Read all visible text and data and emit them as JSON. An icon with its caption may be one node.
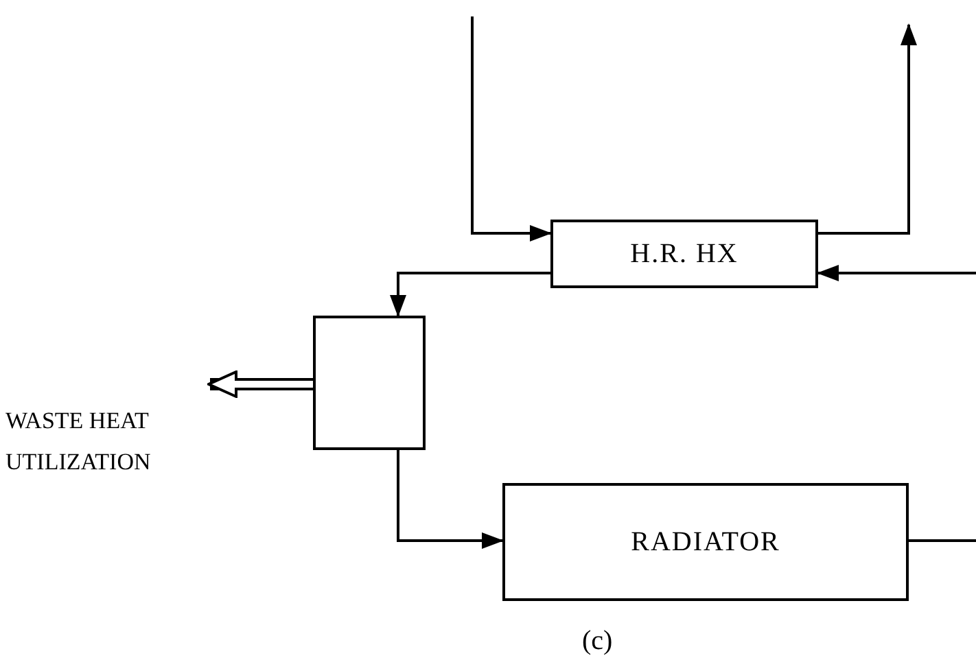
{
  "diagram": {
    "caption": "(c)",
    "nodes": [
      {
        "text": [
          "H.R. HX"
        ]
      },
      {
        "text": [],
        "shape": "box"
      },
      {
        "text": [
          "RADIATOR"
        ]
      },
      {
        "text": [
          "WASTE HEAT UTILIZATION"
        ]
      }
    ],
    "edges": [
      {
        "from": null,
        "to": 0,
        "arrow": "to"
      },
      {
        "from": 0,
        "to": null,
        "arrow": "to"
      },
      {
        "from": null,
        "to": 0,
        "arrow": "to"
      },
      {
        "from": 0,
        "to": 1,
        "arrow": "to"
      },
      {
        "from": 1,
        "to": 2,
        "arrow": "to"
      },
      {
        "from": 2,
        "to": null,
        "arrow": "none"
      },
      {
        "from": 1,
        "to": 3,
        "arrow": "to",
        "style": "thick"
      }
    ]
  }
}
